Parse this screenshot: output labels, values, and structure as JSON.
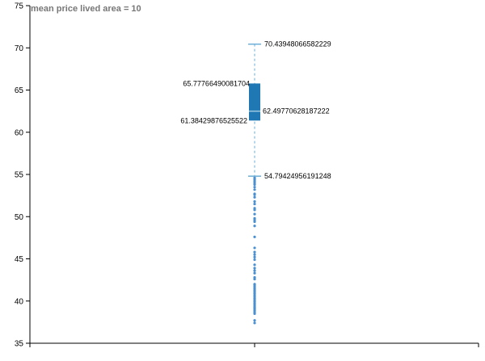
{
  "chart_data": {
    "type": "boxplot",
    "title": "mean price lived area = 10",
    "ylim": [
      35,
      75
    ],
    "yticks": [
      35,
      40,
      45,
      50,
      55,
      60,
      65,
      70,
      75
    ],
    "box": {
      "whisker_high": 70.43948066582229,
      "q3": 65.77766490081704,
      "median": 62.49770628187222,
      "q1": 61.38429876525522,
      "whisker_low": 54.79424956191248,
      "labels": {
        "whisker_high": "70.43948066582229",
        "q3": "65.77766490081704",
        "median": "62.49770628187222",
        "q1": "61.38429876525522",
        "whisker_low": "54.79424956191248"
      }
    },
    "outliers": [
      54.6,
      54.4,
      54.2,
      54.0,
      53.8,
      53.5,
      53.2,
      52.7,
      52.6,
      52.3,
      51.8,
      51.5,
      51.0,
      50.8,
      50.3,
      49.8,
      49.6,
      49.4,
      48.9,
      47.6,
      46.3,
      45.8,
      45.5,
      45.2,
      44.9,
      44.3,
      43.9,
      43.6,
      43.3,
      42.8,
      42.6,
      42.0,
      41.9,
      41.7,
      41.5,
      41.3,
      41.1,
      40.9,
      40.7,
      40.5,
      40.3,
      40.1,
      39.9,
      39.7,
      39.5,
      39.3,
      39.1,
      38.9,
      38.7,
      38.5,
      37.7,
      37.4
    ],
    "colors": {
      "box": "#1f77b4",
      "whisker": "#6baed6",
      "outlier": "#4a90d0"
    }
  }
}
